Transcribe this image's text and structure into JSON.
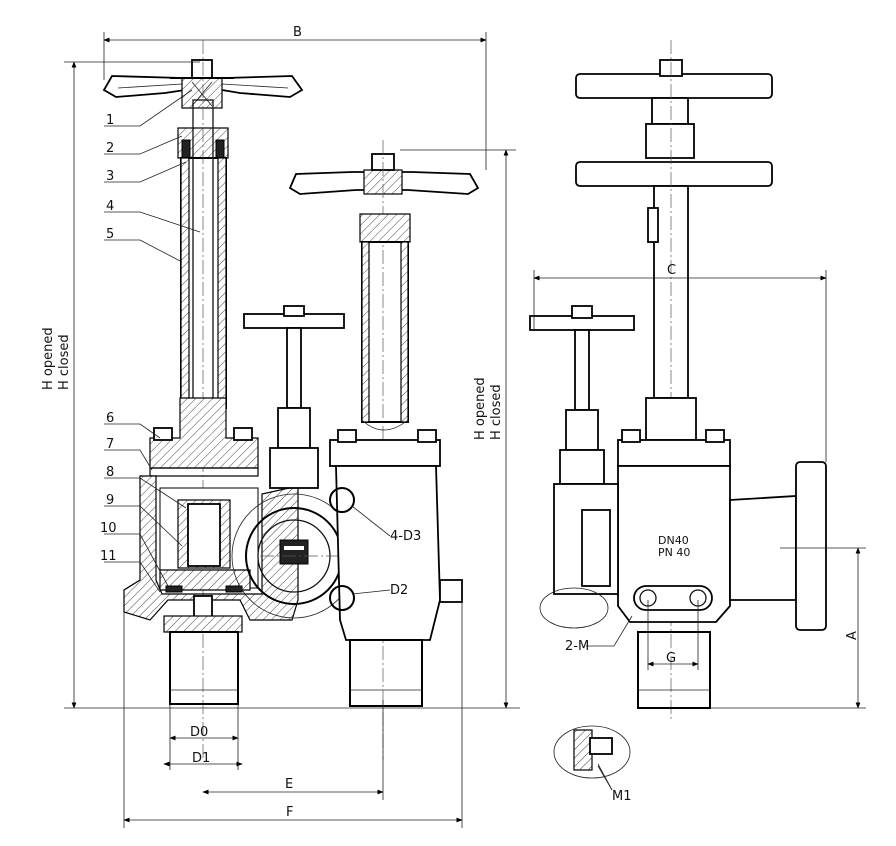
{
  "part_numbers": [
    "1",
    "2",
    "3",
    "4",
    "5",
    "6",
    "7",
    "8",
    "9",
    "10",
    "11"
  ],
  "dimensions": {
    "B": "B",
    "C": "C",
    "A": "A",
    "E": "E",
    "F": "F",
    "G": "G",
    "D0": "D0",
    "D1": "D1",
    "D2": "D2",
    "M1": "M1",
    "two_M": "2-M",
    "four_D3": "4-D3",
    "h_opened": "H opened",
    "h_closed": "H closed"
  },
  "marking": {
    "dn": "DN40",
    "pn": "PN 40"
  }
}
